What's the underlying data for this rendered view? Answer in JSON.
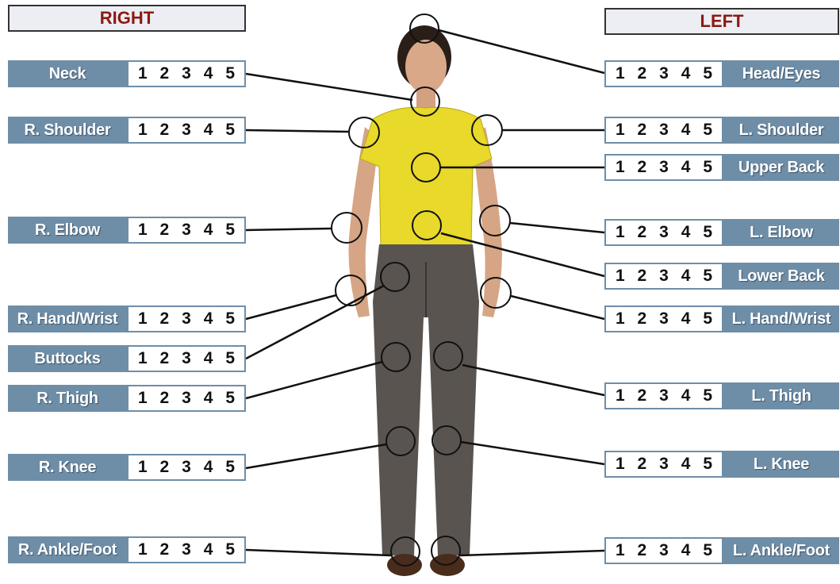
{
  "headers": {
    "right": "RIGHT",
    "left": "LEFT"
  },
  "scale": [
    "1",
    "2",
    "3",
    "4",
    "5"
  ],
  "right_items": [
    {
      "label": "Neck"
    },
    {
      "label": "R. Shoulder"
    },
    {
      "label": "R. Elbow"
    },
    {
      "label": "R. Hand/Wrist"
    },
    {
      "label": "Buttocks"
    },
    {
      "label": "R. Thigh"
    },
    {
      "label": "R. Knee"
    },
    {
      "label": "R. Ankle/Foot"
    }
  ],
  "left_items": [
    {
      "label": "Head/Eyes"
    },
    {
      "label": "L. Shoulder"
    },
    {
      "label": "Upper Back"
    },
    {
      "label": "L. Elbow"
    },
    {
      "label": "Lower Back"
    },
    {
      "label": "L. Hand/Wrist"
    },
    {
      "label": "L. Thigh"
    },
    {
      "label": "L. Knee"
    },
    {
      "label": "L. Ankle/Foot"
    }
  ],
  "colors": {
    "label_bg": "#6e8ea8",
    "header_text": "#8b1a10",
    "shirt": "#e8d92a",
    "pants": "#5a5450"
  }
}
